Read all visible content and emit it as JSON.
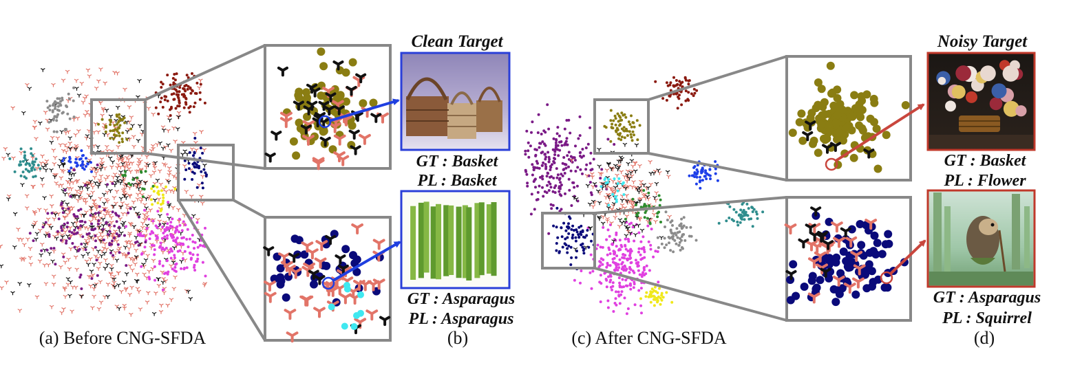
{
  "colors": {
    "frame_gray": "#888888",
    "clean_border": "#2a3fd8",
    "noisy_border": "#c0392b",
    "blue_arrow": "#1f3fe0",
    "red_arrow": "#c9463d",
    "olive": "#8a7d12",
    "navy": "#0a0a7a",
    "salmon": "#e27468",
    "black": "#111111",
    "maroon": "#8b1a10",
    "gray_cluster": "#8c8c8c",
    "teal": "#2f8d8d",
    "purple": "#7a1a86",
    "magenta": "#e040e0",
    "blue": "#1e3fe8",
    "yellow": "#f0e81a",
    "green": "#2e8b2e",
    "cyan": "#40e8f0"
  },
  "panels": {
    "a": {
      "caption": "(a) Before CNG-SFDA"
    },
    "b": {
      "caption": "(b)",
      "top": {
        "title": "Clean Target",
        "gt": "GT : Basket",
        "pl": "PL : Basket",
        "image_icon": "basket-image-icon"
      },
      "bottom": {
        "gt": "GT : Asparagus",
        "pl": "PL : Asparagus",
        "image_icon": "asparagus-image-icon"
      }
    },
    "c": {
      "caption": "(c) After CNG-SFDA"
    },
    "d": {
      "caption": "(d)",
      "top": {
        "title": "Noisy Target",
        "gt": "GT : Basket",
        "pl": "PL : Flower",
        "image_icon": "flower-basket-painting-icon"
      },
      "bottom": {
        "gt": "GT : Asparagus",
        "pl": "PL : Squirrel",
        "image_icon": "hedgehog-asparagus-painting-icon"
      }
    }
  }
}
